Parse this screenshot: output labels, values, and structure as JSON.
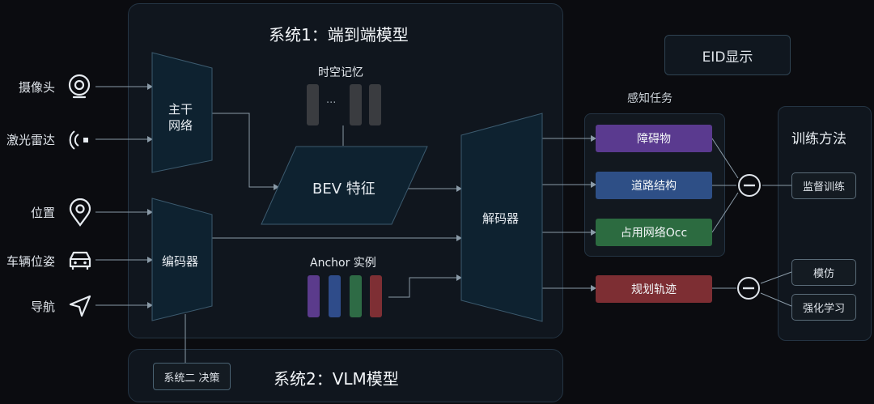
{
  "system1": {
    "title": "系统1：端到端模型"
  },
  "system2": {
    "title": "系统2：VLM模型",
    "decision_label": "系统二 决策"
  },
  "eid": {
    "label": "EID显示"
  },
  "inputs": [
    {
      "label": "摄像头",
      "icon": "camera-icon"
    },
    {
      "label": "激光雷达",
      "icon": "lidar-icon"
    },
    {
      "label": "位置",
      "icon": "location-pin-icon"
    },
    {
      "label": "车辆位姿",
      "icon": "car-icon"
    },
    {
      "label": "导航",
      "icon": "navigation-arrow-icon"
    }
  ],
  "backbone": {
    "label_line1": "主干",
    "label_line2": "网络"
  },
  "encoder": {
    "label": "编码器"
  },
  "memory": {
    "label": "时空记忆",
    "dots": "···"
  },
  "bev": {
    "label": "BEV 特征"
  },
  "anchor": {
    "label": "Anchor 实例",
    "colors": [
      "#5b3b8c",
      "#2f4c8a",
      "#2e6b45",
      "#7e2f34"
    ]
  },
  "decoder": {
    "label": "解码器"
  },
  "perception": {
    "title": "感知任务",
    "tasks": [
      {
        "label": "障碍物",
        "color": "#5a3a8f"
      },
      {
        "label": "道路结构",
        "color": "#2e4f86"
      },
      {
        "label": "占用网络Occ",
        "color": "#2c6b40"
      }
    ]
  },
  "planning": {
    "label": "规划轨迹",
    "color": "#7d2e33"
  },
  "training": {
    "title": "训练方法",
    "methods": [
      "监督训练",
      "模仿",
      "强化学习"
    ]
  },
  "operators": {
    "symbol": "−"
  }
}
